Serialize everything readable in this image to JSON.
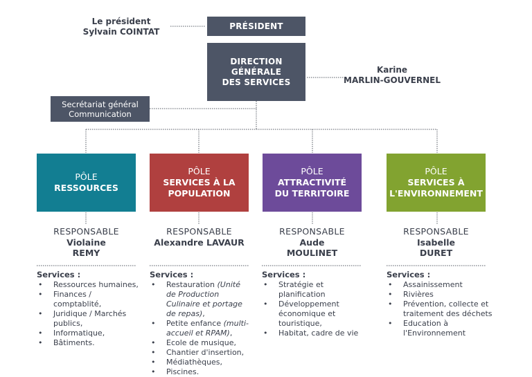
{
  "president": {
    "label_line1": "Le président",
    "label_line2": "Sylvain COINTAT",
    "box": "PRÉSIDENT"
  },
  "dgs": {
    "line1": "DIRECTION",
    "line2": "GÉNÉRALE",
    "line3": "DES SERVICES",
    "person_line1": "Karine",
    "person_line2": "MARLIN-GOUVERNEL"
  },
  "secretariat": {
    "line1": "Secrétariat général",
    "line2": "Communication"
  },
  "poles": [
    {
      "line1": "PÔLE",
      "line2": "RESSOURCES",
      "line3": "",
      "color": "#127e92",
      "role": "RESPONSABLE",
      "name1": "Violaine",
      "name2": "REMY",
      "services_title": "Services :",
      "services": [
        {
          "text": "Ressources humaines,"
        },
        {
          "text": "Finances / comptablité,"
        },
        {
          "text": "Juridique / Marchés publics,"
        },
        {
          "text": "Informatique,"
        },
        {
          "text": "Bâtiments."
        }
      ]
    },
    {
      "line1": "PÔLE",
      "line2": "SERVICES À LA",
      "line3": "POPULATION",
      "color": "#b0403f",
      "role": "RESPONSABLE",
      "name1": "Alexandre LAVAUR",
      "name2": "",
      "services_title": "Services :",
      "services": [
        {
          "text": "Restauration ",
          "italic": "(Unité de Production Culinaire et portage de repas)",
          "tail": ","
        },
        {
          "text": "Petite enfance ",
          "italic": "(multi-accueil et RPAM)",
          "tail": ","
        },
        {
          "text": "Ecole de musique,"
        },
        {
          "text": "Chantier d'insertion,"
        },
        {
          "text": "Médiathèques,"
        },
        {
          "text": "Piscines."
        }
      ]
    },
    {
      "line1": "PÔLE",
      "line2": "ATTRACTIVITÉ",
      "line3": "DU TERRITOIRE",
      "color": "#6d4b9a",
      "role": "RESPONSABLE",
      "name1": "Aude",
      "name2": "MOULINET",
      "services_title": "Services :",
      "services": [
        {
          "text": "Stratégie et planification"
        },
        {
          "text": "Développement économique et touristique,"
        },
        {
          "text": "Habitat, cadre de vie"
        }
      ]
    },
    {
      "line1": "PÔLE",
      "line2": "SERVICES À",
      "line3": "L'ENVIRONNEMENT",
      "color": "#82a330",
      "role": "RESPONSABLE",
      "name1": "Isabelle",
      "name2": "DURET",
      "services_title": "Services :",
      "services": [
        {
          "text": "Assainissement"
        },
        {
          "text": "Rivières"
        },
        {
          "text": "Prévention, collecte et traitement des déchets"
        },
        {
          "text": "Education à l'Environnement"
        }
      ]
    }
  ],
  "colors": {
    "dark_box": "#4d5566",
    "line": "#555a63"
  }
}
